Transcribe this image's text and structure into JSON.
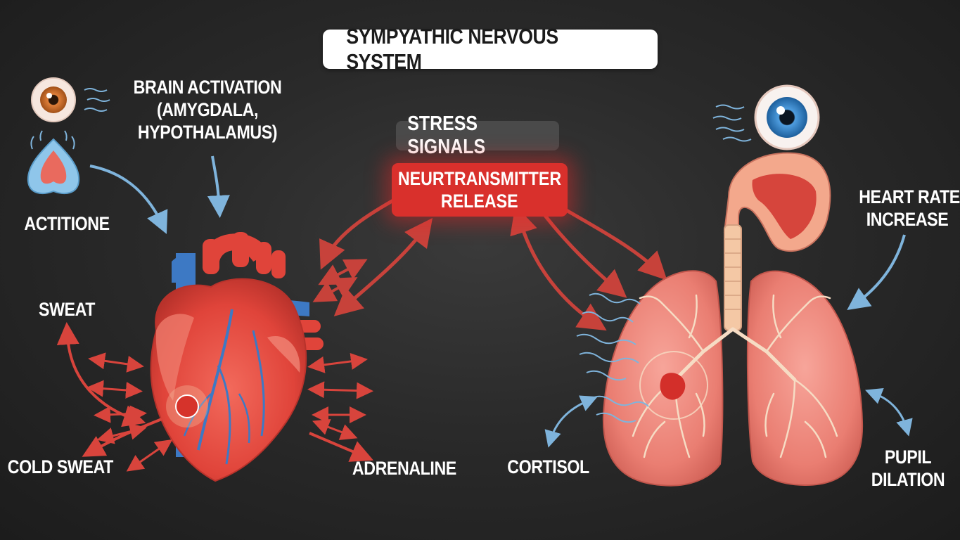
{
  "title": "SYMPYATHIC NERVOUS SYSTEM",
  "center": {
    "stress_signals": "STRESS SIGNALS",
    "neurotransmitter_line1": "NEURTRANSMITTER",
    "neurotransmitter_line2": "RELEASE"
  },
  "labels": {
    "brain_line1": "BRAIN ACTIVATION",
    "brain_line2": "(AMYGDALA,",
    "brain_line3": "HYPOTHALAMUS)",
    "actitione": "ACTITIONE",
    "sweat": "SWEAT",
    "cold_sweat": "COLD SWEAT",
    "adrenaline": "ADRENALINE",
    "cortisol": "CORTISOL",
    "heart_rate_line1": "HEART RATE",
    "heart_rate_line2": "INCREASE",
    "pupil_line1": "PUPIL",
    "pupil_line2": "DILATION"
  },
  "colors": {
    "background": "#262626",
    "red_arrow": "#d8443c",
    "blue_arrow": "#7fb4dc",
    "heart_red": "#e54a3f",
    "vessel_blue": "#3d79c4",
    "lung_pink": "#ec8479"
  }
}
